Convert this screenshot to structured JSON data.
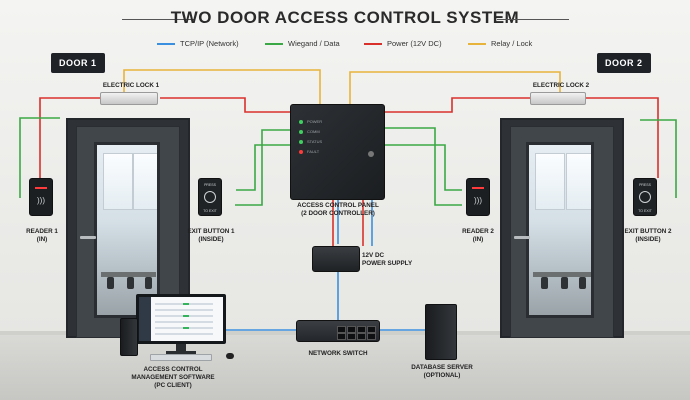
{
  "title": "TWO DOOR ACCESS CONTROL SYSTEM",
  "legend": [
    {
      "label": "TCP/IP (Network)",
      "color": "#3b8fe0"
    },
    {
      "label": "Wiegand / Data",
      "color": "#3aa845"
    },
    {
      "label": "Power (12V DC)",
      "color": "#d9302c"
    },
    {
      "label": "Relay / Lock",
      "color": "#e8b33a"
    }
  ],
  "doors": [
    {
      "badge": "DOOR 1",
      "lock": "ELECTRIC LOCK 1",
      "reader": "READER 1\n(IN)",
      "exit": "EXIT BUTTON 1\n(INSIDE)"
    },
    {
      "badge": "DOOR 2",
      "lock": "ELECTRIC LOCK 2",
      "reader": "READER 2\n(IN)",
      "exit": "EXIT BUTTON 2\n(INSIDE)"
    }
  ],
  "panel": {
    "label": "ACCESS CONTROL PANEL\n(2 DOOR CONTROLLER)",
    "leds": [
      {
        "text": "POWER",
        "color": "#3fd160"
      },
      {
        "text": "COMM",
        "color": "#3fd160"
      },
      {
        "text": "STATUS",
        "color": "#3fd160"
      },
      {
        "text": "FAULT",
        "color": "#ff3b3b"
      }
    ]
  },
  "psu": {
    "label": "12V DC\nPOWER SUPPLY"
  },
  "switch": {
    "label": "NETWORK SWITCH"
  },
  "pc": {
    "label": "ACCESS CONTROL\nMANAGEMENT SOFTWARE\n(PC CLIENT)"
  },
  "server": {
    "label": "DATABASE SERVER\n(OPTIONAL)"
  },
  "device_text": {
    "exit_top": "PRESS",
    "exit_bottom": "TO EXIT",
    "reader_rf": ")))"
  },
  "colors": {
    "network": "#3b8fe0",
    "data": "#3aa845",
    "power": "#d9302c",
    "relay": "#e8b33a"
  }
}
